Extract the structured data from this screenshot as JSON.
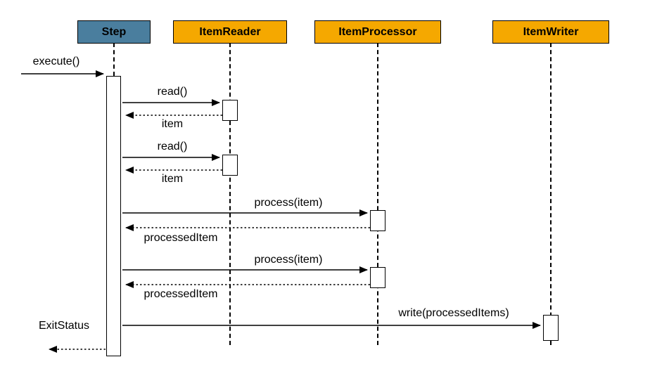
{
  "diagram_type": "uml-sequence",
  "colors": {
    "step_header": "#4a7e9e",
    "component_header": "#f5a800",
    "line": "#000000",
    "background": "#ffffff"
  },
  "lifelines": [
    {
      "label": "Step"
    },
    {
      "label": "ItemReader"
    },
    {
      "label": "ItemProcessor"
    },
    {
      "label": "ItemWriter"
    }
  ],
  "messages": {
    "execute": "execute()",
    "read1": "read()",
    "item1": "item",
    "read2": "read()",
    "item2": "item",
    "process1": "process(item)",
    "processed1": "processedItem",
    "process2": "process(item)",
    "processed2": "processedItem",
    "write": "write(processedItems)",
    "exit": "ExitStatus"
  }
}
